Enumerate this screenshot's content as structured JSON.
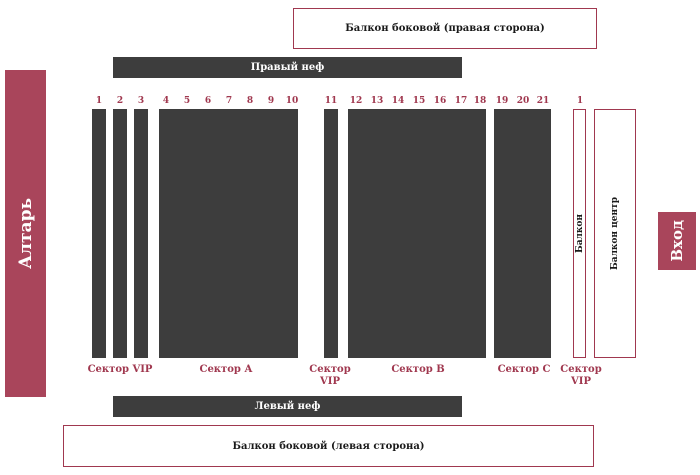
{
  "balcony_right": "Балкон боковой (правая сторона)",
  "balcony_left": "Балкон боковой (левая сторона)",
  "nave_right": "Правый неф",
  "nave_left": "Левый неф",
  "altar": "Алтарь",
  "entrance": "Вход",
  "balcony": "Балкон",
  "balcony_center": "Балкон центр",
  "rows": [
    "1",
    "2",
    "3",
    "4",
    "5",
    "6",
    "7",
    "8",
    "9",
    "10",
    "11",
    "12",
    "13",
    "14",
    "15",
    "16",
    "17",
    "18",
    "19",
    "20",
    "21",
    "1"
  ],
  "sectors": {
    "vip_left": "Сектор VIP",
    "a": "Сектор А",
    "vip_mid": "Сектор VIP",
    "b": "Сектор B",
    "c": "Сектор С",
    "vip_right": "Сектор VIP"
  }
}
